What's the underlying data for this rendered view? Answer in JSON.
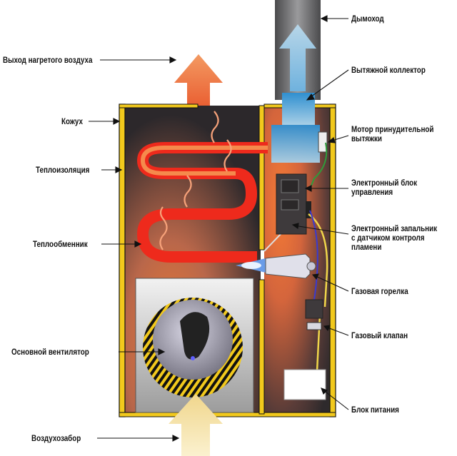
{
  "labels": {
    "chimney": "Дымоход",
    "exhaust_collector": "Вытяжной коллектор",
    "exhaust_motor": [
      "Мотор принудительной",
      "вытяжки"
    ],
    "control_unit": [
      "Электронный блок",
      "управления"
    ],
    "igniter": [
      "Электронный запальник",
      "с датчиком контроля",
      "пламени"
    ],
    "gas_burner": "Газовая горелка",
    "gas_valve": "Газовый клапан",
    "power_supply": "Блок питания",
    "hot_air_outlet": "Выход нагретого воздуха",
    "casing": "Кожух",
    "insulation": "Теплоизоляция",
    "heat_exchanger": "Теплообменник",
    "main_fan": "Основной вентилятор",
    "air_intake": "Воздухозабор"
  },
  "colors": {
    "casing_yellow": "#f2c91c",
    "heat_red": "#ee2a1c",
    "heat_orange": "#f47a36",
    "exhaust_blue": "#5aa7d6",
    "intake_cream": "#f6e4a8",
    "dark_interior": "#3a3436"
  }
}
